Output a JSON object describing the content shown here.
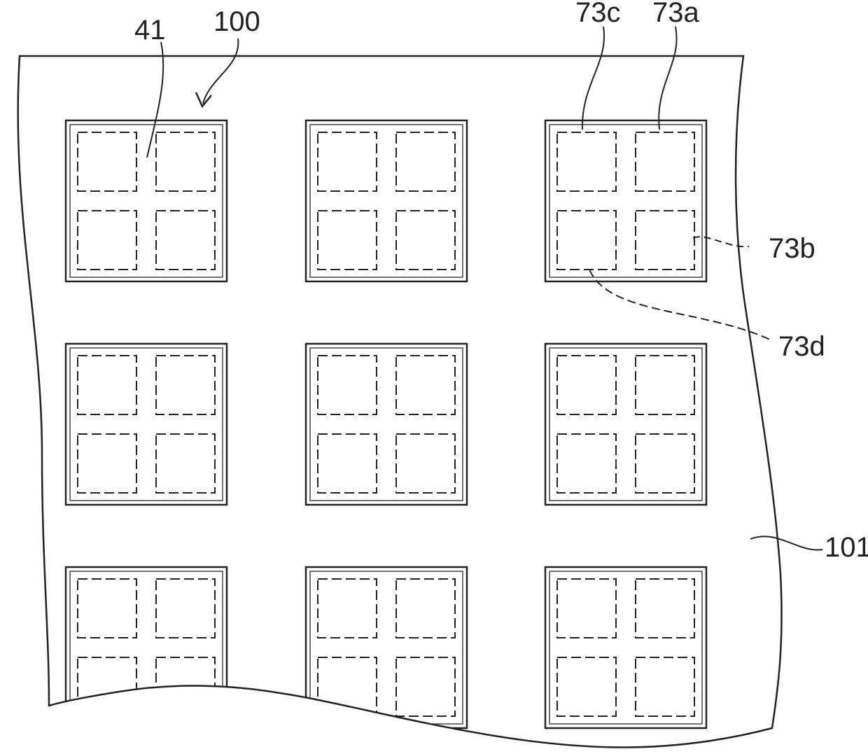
{
  "figure": {
    "labels": {
      "array": "100",
      "partition": "41",
      "pad_top_left": "73c",
      "pad_top_right": "73a",
      "pad_right": "73b",
      "pad_bottom": "73d",
      "substrate": "101"
    },
    "grid": {
      "rows": 3,
      "cols": 3,
      "pads_per_cell": 4
    }
  }
}
